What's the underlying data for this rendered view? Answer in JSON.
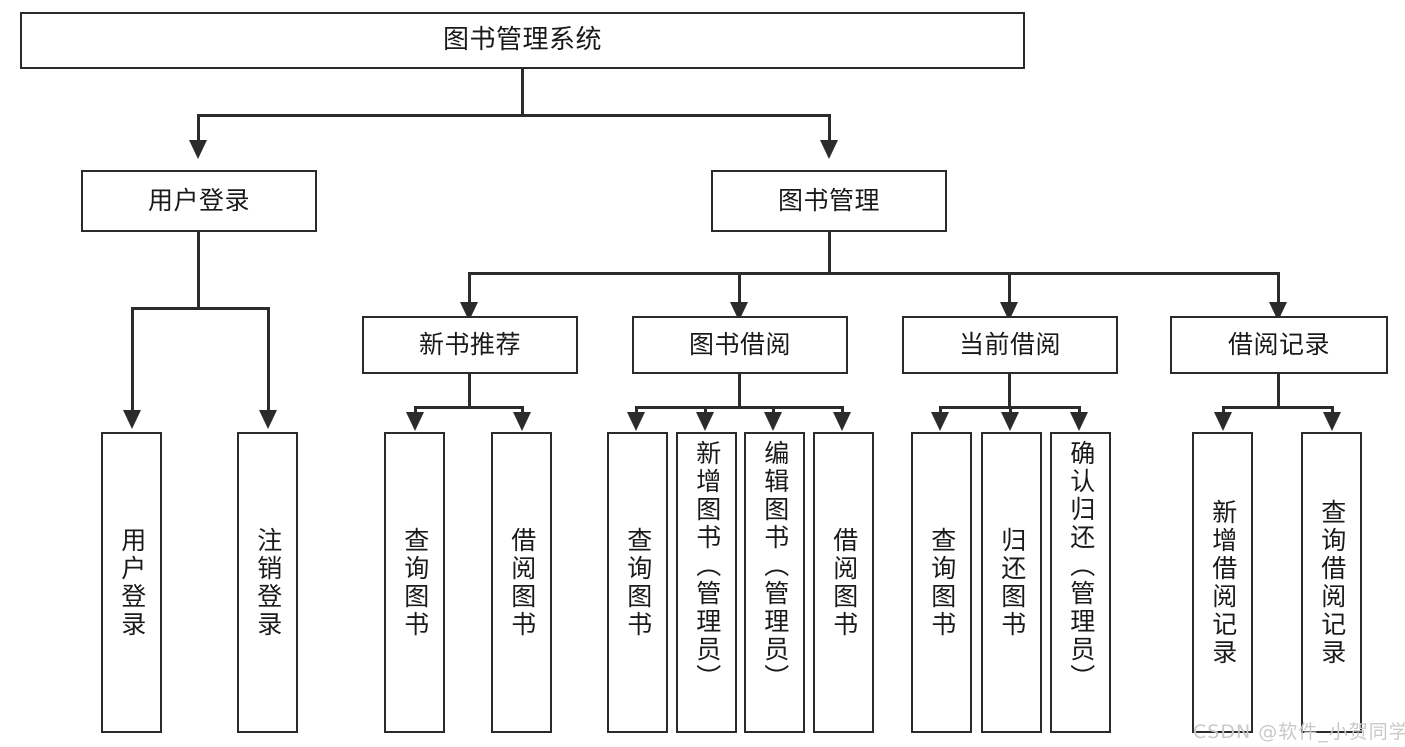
{
  "diagram": {
    "title": "图书管理系统",
    "type": "tree-hierarchy-chart",
    "root": {
      "label": "图书管理系统"
    },
    "level2": [
      {
        "label": "用户登录"
      },
      {
        "label": "图书管理"
      }
    ],
    "level3": [
      {
        "label": "新书推荐"
      },
      {
        "label": "图书借阅"
      },
      {
        "label": "当前借阅"
      },
      {
        "label": "借阅记录"
      }
    ],
    "leaves": {
      "user_login": [
        {
          "label": "用户登录"
        },
        {
          "label": "注销登录"
        }
      ],
      "new_book_recommend": [
        {
          "label": "查询图书"
        },
        {
          "label": "借阅图书"
        }
      ],
      "book_borrow": [
        {
          "label": "查询图书"
        },
        {
          "label": "新增图书（管理员）"
        },
        {
          "label": "编辑图书（管理员）"
        },
        {
          "label": "借阅图书"
        }
      ],
      "current_borrow": [
        {
          "label": "查询图书"
        },
        {
          "label": "归还图书"
        },
        {
          "label": "确认归还（管理员）"
        }
      ],
      "borrow_record": [
        {
          "label": "新增借阅记录"
        },
        {
          "label": "查询借阅记录"
        }
      ]
    },
    "watermark": "CSDN @软件_小贺同学",
    "colors": {
      "stroke": "#2b2b2b",
      "fill": "#ffffff",
      "text": "#1a1a1a",
      "watermark": "#c9c9c9"
    }
  }
}
